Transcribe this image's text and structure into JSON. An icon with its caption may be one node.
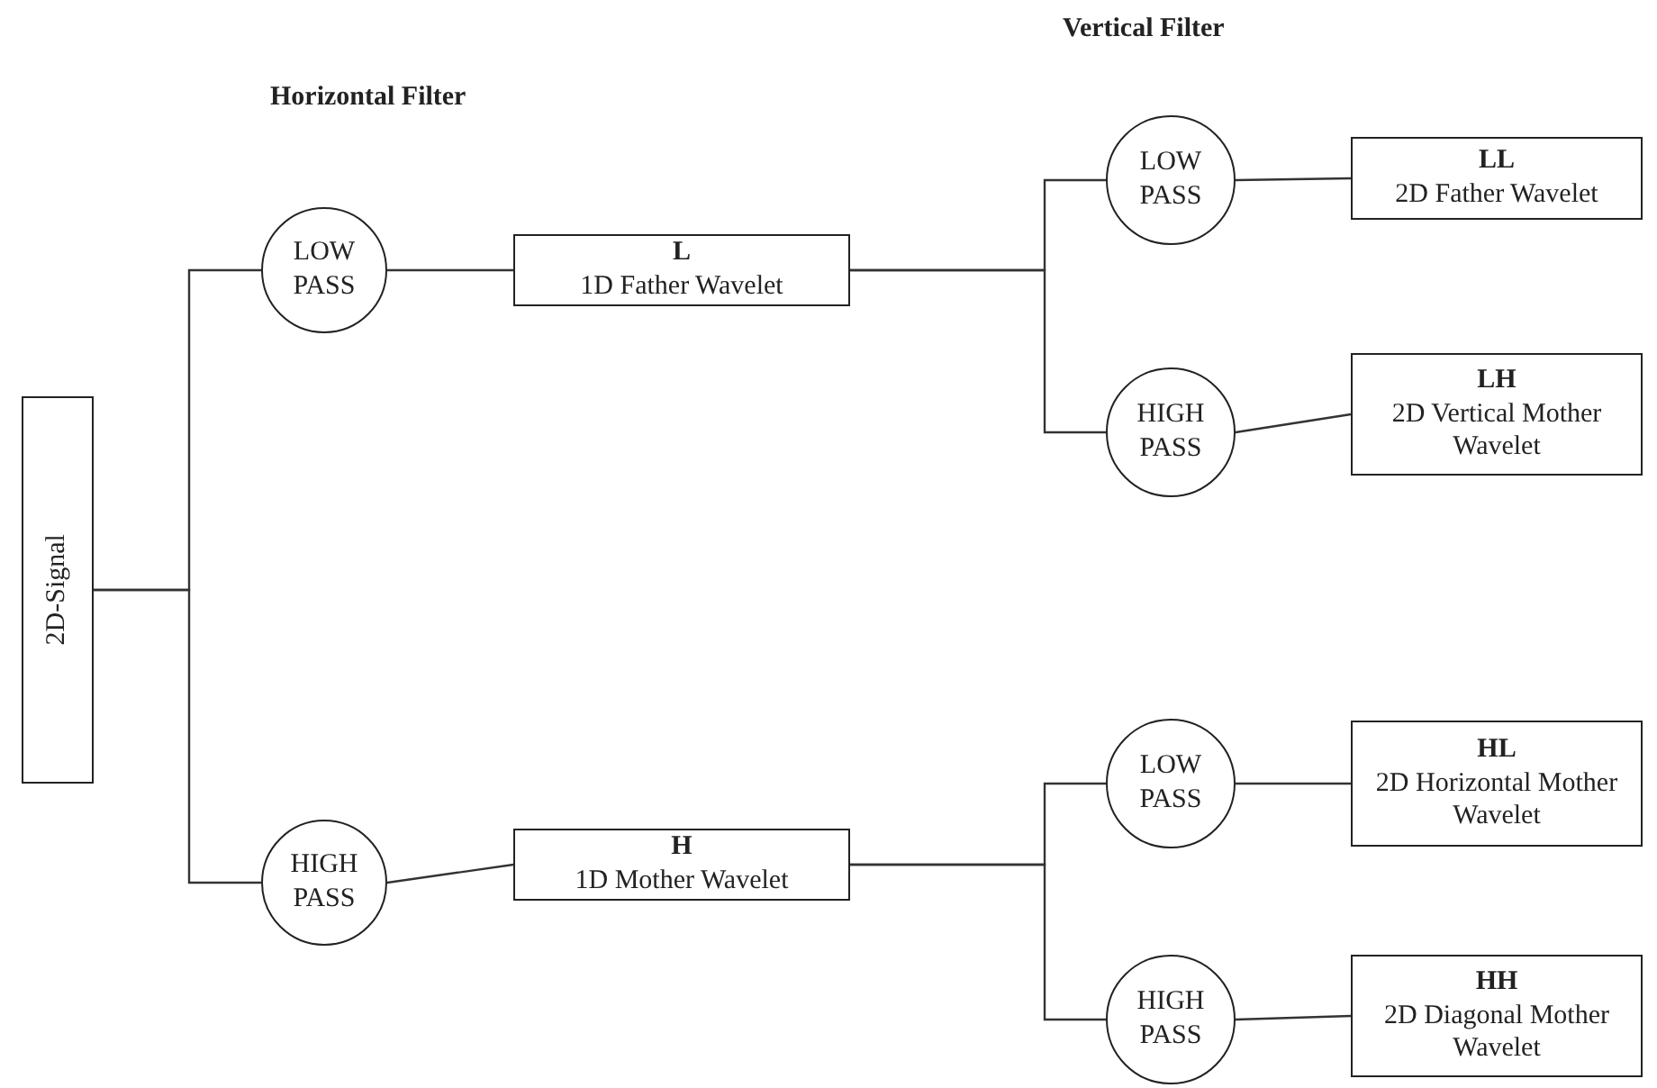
{
  "diagram": {
    "nodes": [
      {
        "text": [
          "2D-Signal"
        ]
      },
      {
        "text": [
          "LOW PASS"
        ]
      },
      {
        "text": [
          "HIGH PASS"
        ]
      },
      {
        "text": [
          "L",
          "1D Father Wavelet"
        ]
      },
      {
        "text": [
          "H",
          "1D Mother Wavelet"
        ]
      },
      {
        "text": [
          "LOW PASS"
        ]
      },
      {
        "text": [
          "HIGH PASS"
        ]
      },
      {
        "text": [
          "LOW PASS"
        ]
      },
      {
        "text": [
          "HIGH PASS"
        ]
      },
      {
        "text": [
          "LL",
          "2D Father Wavelet"
        ]
      },
      {
        "text": [
          "LH",
          "2D Vertical Mother Wavelet"
        ]
      },
      {
        "text": [
          "HL",
          "2D Horizontal Mother Wavelet"
        ]
      },
      {
        "text": [
          "HH",
          "2D Diagonal Mother Wavelet"
        ]
      }
    ],
    "edges": [
      {
        "from": 0,
        "to": 1,
        "arrow": "none"
      },
      {
        "from": 0,
        "to": 2,
        "arrow": "none"
      },
      {
        "from": 1,
        "to": 3,
        "arrow": "none"
      },
      {
        "from": 2,
        "to": 4,
        "arrow": "none"
      },
      {
        "from": 3,
        "to": 5,
        "arrow": "none"
      },
      {
        "from": 3,
        "to": 6,
        "arrow": "none"
      },
      {
        "from": 4,
        "to": 7,
        "arrow": "none"
      },
      {
        "from": 4,
        "to": 8,
        "arrow": "none"
      },
      {
        "from": 5,
        "to": 9,
        "arrow": "none"
      },
      {
        "from": 6,
        "to": 10,
        "arrow": "none"
      },
      {
        "from": 7,
        "to": 11,
        "arrow": "none"
      },
      {
        "from": 8,
        "to": 12,
        "arrow": "none"
      }
    ],
    "labels": [
      "Vertical Filter",
      "Horizontal Filter"
    ]
  }
}
